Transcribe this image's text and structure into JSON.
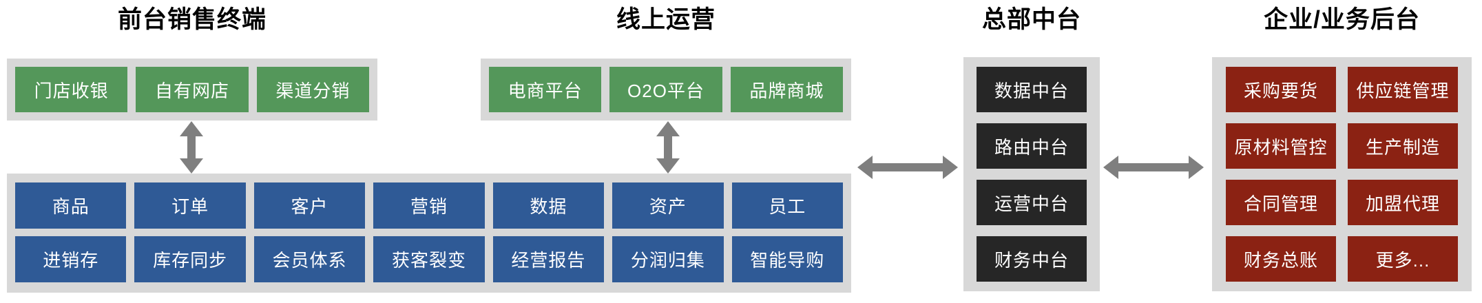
{
  "colors": {
    "panel_bg": "#D8D8D8",
    "green_box": "#54975A",
    "blue_box": "#2F5A96",
    "dark_box": "#262626",
    "red_box": "#8B2213",
    "arrow": "#7F7F7F",
    "title_text": "#000000",
    "box_text": "#FFFFFF"
  },
  "sections": {
    "front_office": {
      "title": "前台销售终端",
      "items": [
        "门店收银",
        "自有网店",
        "渠道分销"
      ]
    },
    "online_ops": {
      "title": "线上运营",
      "items": [
        "电商平台",
        "O2O平台",
        "品牌商城"
      ]
    },
    "mid_platform": {
      "title": "总部中台",
      "items": [
        "数据中台",
        "路由中台",
        "运营中台",
        "财务中台"
      ]
    },
    "back_office": {
      "title": "企业/业务后台",
      "items": [
        "采购要货",
        "供应链管理",
        "原材料管控",
        "生产制造",
        "合同管理",
        "加盟代理",
        "财务总账",
        "更多..."
      ]
    },
    "capability_grid": {
      "rows": [
        [
          "商品",
          "订单",
          "客户",
          "营销",
          "数据",
          "资产",
          "员工"
        ],
        [
          "进销存",
          "库存同步",
          "会员体系",
          "获客裂变",
          "经营报告",
          "分润归集",
          "智能导购"
        ]
      ]
    }
  }
}
